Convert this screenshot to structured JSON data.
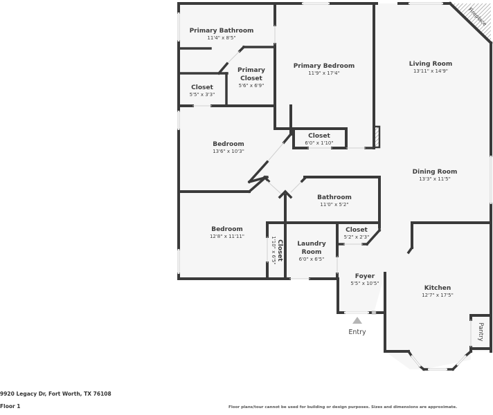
{
  "property": {
    "address": "9920 Legacy Dr, Fort Worth, TX 76108",
    "floor_label": "Floor 1"
  },
  "disclaimer": "Floor plans/tour cannot be used for building or design purposes. Sizes and dimensions are approximate.",
  "colors": {
    "wall": "#3a3a3a",
    "floor_fill": "#f6f6f6",
    "text": "#3c3c3c",
    "entry_marker": "#b5b5b5"
  },
  "rooms": {
    "primary_bathroom": {
      "name": "Primary Bathroom",
      "dims": "11'4\" x 8'5\""
    },
    "primary_closet": {
      "name_line1": "Primary",
      "name_line2": "Closet",
      "dims": "5'6\" x 6'9\""
    },
    "closet_small": {
      "name": "Closet",
      "dims": "5'5\" x 3'3\""
    },
    "primary_bedroom": {
      "name": "Primary Bedroom",
      "dims": "11'9\" x 17'4\""
    },
    "living_room": {
      "name": "Living Room",
      "dims": "13'11\" x 14'9\""
    },
    "fireplace": {
      "name": "Fireplace"
    },
    "closet_primary_bed": {
      "name": "Closet",
      "dims": "6'0\" x 1'10\""
    },
    "bedroom_1": {
      "name": "Bedroom",
      "dims": "13'6\" x 10'3\""
    },
    "dining_room": {
      "name": "Dining Room",
      "dims": "13'3\" x 11'5\""
    },
    "bathroom": {
      "name": "Bathroom",
      "dims": "11'0\" x 5'2\""
    },
    "bedroom_2": {
      "name": "Bedroom",
      "dims": "12'8\" x 11'11\""
    },
    "closet_bedroom_2": {
      "name": "Closet",
      "dims": "1'10\" x 6'5\""
    },
    "laundry_room": {
      "name_line1": "Laundry",
      "name_line2": "Room",
      "dims": "6'0\" x 6'5\""
    },
    "closet_foyer": {
      "name": "Closet",
      "dims": "5'2\" x 2'3\""
    },
    "foyer": {
      "name": "Foyer",
      "dims": "5'5\" x 10'5\""
    },
    "kitchen": {
      "name": "Kitchen",
      "dims": "12'7\" x 17'5\""
    },
    "pantry": {
      "name": "Pantry"
    }
  },
  "entry": {
    "label": "Entry"
  }
}
